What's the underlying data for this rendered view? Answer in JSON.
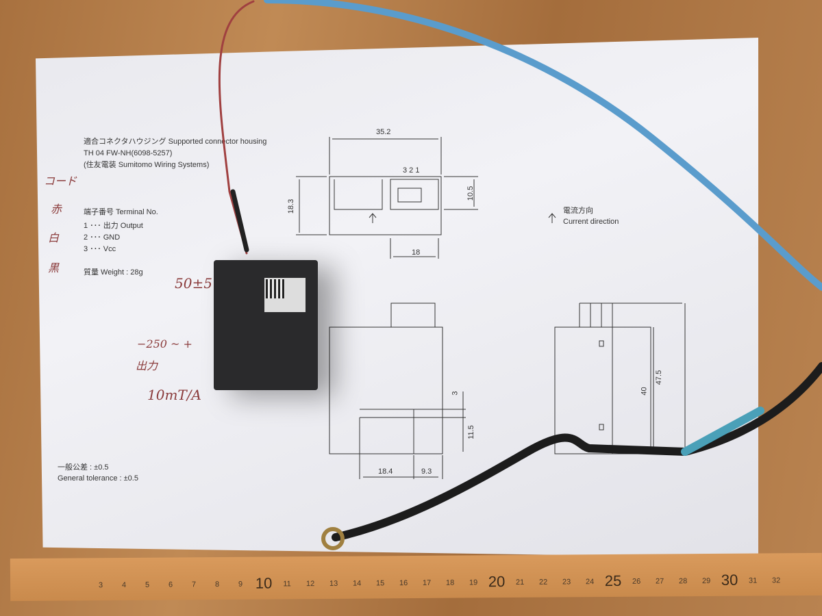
{
  "paper": {
    "header": [
      "適合コネクタハウジング  Supported connector housing",
      "TH 04 FW-NH(6098-5257)",
      "(住友電装 Sumitomo Wiring Systems)"
    ],
    "terminal_title": "端子番号 Terminal No.",
    "terminals": [
      "1 ･･･ 出力  Output",
      "2 ･･･ GND",
      "3 ･･･ Vcc"
    ],
    "weight": "質量  Weight : 28g",
    "tolerance": [
      "一般公差 : ±0.5",
      "General tolerance : ±0.5"
    ],
    "current_direction": [
      "電流方向",
      "Current direction"
    ],
    "dimensions": {
      "width": "35.2",
      "pins": "3 2 1",
      "height": "18.3",
      "conn_h": "10.5",
      "conn_w": "18",
      "d3": "3",
      "d11_5": "11.5",
      "d18_4": "18.4",
      "d9_3": "9.3",
      "d40": "40",
      "d47_5": "47.5"
    }
  },
  "handwriting": {
    "code": "コード",
    "red": "赤",
    "white": "白",
    "black": "黒",
    "length": "50±5",
    "range": "−250 ~ +",
    "output": "出力",
    "sensitivity": "10mT/A"
  },
  "ruler": {
    "numbers": [
      "10",
      "20",
      "25",
      "30"
    ],
    "small": [
      "3",
      "4",
      "5",
      "6",
      "7",
      "8",
      "9",
      "11",
      "12",
      "13",
      "14",
      "15",
      "16",
      "17",
      "18",
      "19",
      "21",
      "22",
      "23",
      "24",
      "26",
      "27",
      "28",
      "29",
      "31",
      "32"
    ]
  }
}
